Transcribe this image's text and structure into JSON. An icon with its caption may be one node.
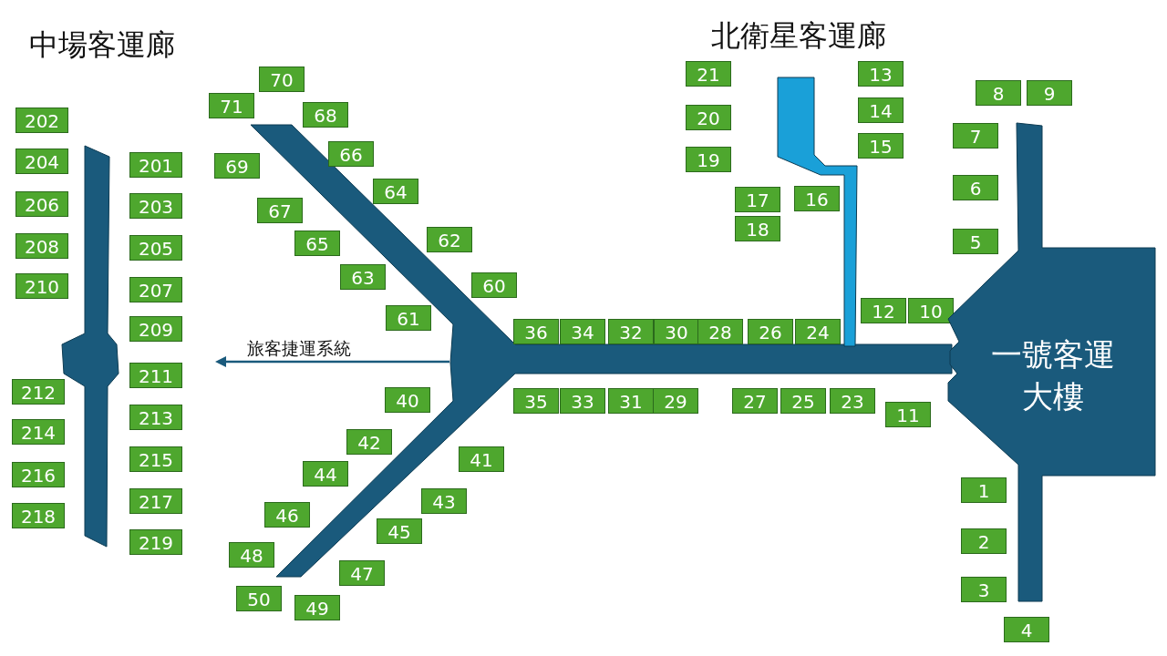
{
  "diagram": {
    "nodes": [
      {
        "text": [
          "202"
        ]
      },
      {
        "text": [
          "204"
        ]
      },
      {
        "text": [
          "206"
        ]
      },
      {
        "text": [
          "208"
        ]
      },
      {
        "text": [
          "210"
        ]
      },
      {
        "text": [
          "212"
        ]
      },
      {
        "text": [
          "214"
        ]
      },
      {
        "text": [
          "216"
        ]
      },
      {
        "text": [
          "218"
        ]
      },
      {
        "text": [
          "201"
        ]
      },
      {
        "text": [
          "203"
        ]
      },
      {
        "text": [
          "205"
        ]
      },
      {
        "text": [
          "207"
        ]
      },
      {
        "text": [
          "209"
        ]
      },
      {
        "text": [
          "211"
        ]
      },
      {
        "text": [
          "213"
        ]
      },
      {
        "text": [
          "215"
        ]
      },
      {
        "text": [
          "217"
        ]
      },
      {
        "text": [
          "219"
        ]
      },
      {
        "text": [
          "71"
        ]
      },
      {
        "text": [
          "70"
        ]
      },
      {
        "text": [
          "68"
        ]
      },
      {
        "text": [
          "69"
        ]
      },
      {
        "text": [
          "66"
        ]
      },
      {
        "text": [
          "64"
        ]
      },
      {
        "text": [
          "67"
        ]
      },
      {
        "text": [
          "62"
        ]
      },
      {
        "text": [
          "65"
        ]
      },
      {
        "text": [
          "63"
        ]
      },
      {
        "text": [
          "60"
        ]
      },
      {
        "text": [
          "61"
        ]
      },
      {
        "text": [
          "40"
        ]
      },
      {
        "text": [
          "42"
        ]
      },
      {
        "text": [
          "41"
        ]
      },
      {
        "text": [
          "44"
        ]
      },
      {
        "text": [
          "43"
        ]
      },
      {
        "text": [
          "46"
        ]
      },
      {
        "text": [
          "45"
        ]
      },
      {
        "text": [
          "48"
        ]
      },
      {
        "text": [
          "47"
        ]
      },
      {
        "text": [
          "50"
        ]
      },
      {
        "text": [
          "49"
        ]
      },
      {
        "text": [
          "36"
        ]
      },
      {
        "text": [
          "34"
        ]
      },
      {
        "text": [
          "32"
        ]
      },
      {
        "text": [
          "30"
        ]
      },
      {
        "text": [
          "28"
        ]
      },
      {
        "text": [
          "26"
        ]
      },
      {
        "text": [
          "24"
        ]
      },
      {
        "text": [
          "35"
        ]
      },
      {
        "text": [
          "33"
        ]
      },
      {
        "text": [
          "31"
        ]
      },
      {
        "text": [
          "29"
        ]
      },
      {
        "text": [
          "27"
        ]
      },
      {
        "text": [
          "25"
        ]
      },
      {
        "text": [
          "23"
        ]
      },
      {
        "text": [
          "11"
        ]
      },
      {
        "text": [
          "21"
        ]
      },
      {
        "text": [
          "20"
        ]
      },
      {
        "text": [
          "19"
        ]
      },
      {
        "text": [
          "17"
        ]
      },
      {
        "text": [
          "18"
        ]
      },
      {
        "text": [
          "16"
        ]
      },
      {
        "text": [
          "13"
        ]
      },
      {
        "text": [
          "14"
        ]
      },
      {
        "text": [
          "15"
        ]
      },
      {
        "text": [
          "12"
        ]
      },
      {
        "text": [
          "10"
        ]
      },
      {
        "text": [
          "8"
        ]
      },
      {
        "text": [
          "9"
        ]
      },
      {
        "text": [
          "7"
        ]
      },
      {
        "text": [
          "6"
        ]
      },
      {
        "text": [
          "5"
        ]
      },
      {
        "text": [
          "1"
        ]
      },
      {
        "text": [
          "2"
        ]
      },
      {
        "text": [
          "3"
        ]
      },
      {
        "text": [
          "4"
        ]
      },
      {
        "text": [
          "一號客運大樓"
        ]
      }
    ],
    "labels": [
      "中場客運廊",
      "北衛星客運廊",
      "旅客捷運系統"
    ]
  }
}
